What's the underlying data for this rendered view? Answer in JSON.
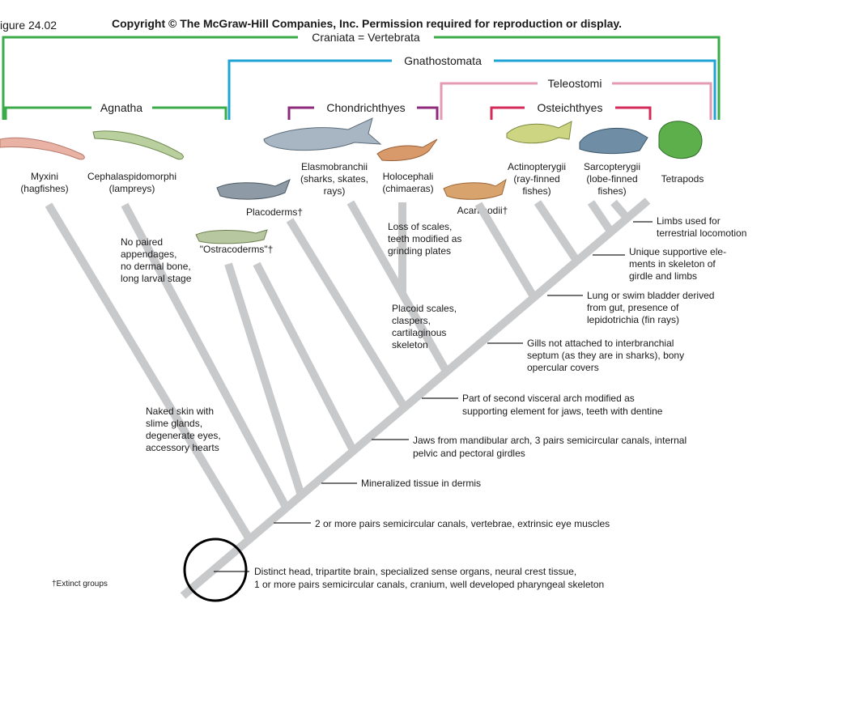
{
  "figure_label": "igure 24.02",
  "copyright": "Copyright © The McGraw-Hill Companies, Inc. Permission required for reproduction or display.",
  "extinct_note": "†Extinct groups",
  "colors": {
    "craniata": "#3aab48",
    "gnathostomata": "#1ea3d4",
    "teleostomi": "#e59ab3",
    "chondrichthyes": "#8d2a7a",
    "osteichthyes": "#d42a5a",
    "branch": "#c8c9cb",
    "leader": "#222222",
    "circle": "#000000"
  },
  "brackets": {
    "craniata": "Craniata = Vertebrata",
    "gnathostomata": "Gnathostomata",
    "teleostomi": "Teleostomi",
    "agnatha": "Agnatha",
    "chondrichthyes": "Chondrichthyes",
    "osteichthyes": "Osteichthyes"
  },
  "taxa": {
    "myxini": [
      "Myxini",
      "(hagfishes)"
    ],
    "cephalaspidomorphi": [
      "Cephalaspidomorphi",
      "(lampreys)"
    ],
    "placoderms": "Placoderms†",
    "ostracoderms": "\"Ostracoderms\"†",
    "elasmobranchii": [
      "Elasmobranchii",
      "(sharks, skates,",
      "rays)"
    ],
    "holocephali": [
      "Holocephali",
      "(chimaeras)"
    ],
    "acanthodii": "Acanthodii†",
    "actinopterygii": [
      "Actinopterygii",
      "(ray-finned",
      "fishes)"
    ],
    "sarcopterygii": [
      "Sarcopterygii",
      "(lobe-finned",
      "fishes)"
    ],
    "tetrapods": "Tetrapods"
  },
  "notes": {
    "lampreys": [
      "No paired",
      "appendages,",
      "no dermal bone,",
      "long larval stage"
    ],
    "hagfish": [
      "Naked skin with",
      "slime glands,",
      "degenerate eyes,",
      "accessory hearts"
    ],
    "chimaera": [
      "Loss of scales,",
      "teeth modified as",
      "grinding plates"
    ],
    "chondrichthyes": [
      "Placoid scales,",
      "claspers,",
      "cartilaginous",
      "skeleton"
    ]
  },
  "characters": {
    "limbs": [
      "Limbs used for",
      "terrestrial locomotion"
    ],
    "supportive": [
      "Unique supportive ele-",
      "ments in skeleton of",
      "girdle and limbs"
    ],
    "lung": [
      "Lung or swim bladder derived",
      "from gut, presence of",
      "lepidotrichia (fin rays)"
    ],
    "gills": [
      "Gills not attached to interbranchial",
      "septum (as they are in sharks), bony",
      "opercular covers"
    ],
    "visceral": [
      "Part of second visceral arch modified as",
      "supporting element for jaws, teeth with dentine"
    ],
    "jaws": [
      "Jaws from mandibular arch, 3 pairs semicircular canals, internal",
      "pelvic and pectoral girdles"
    ],
    "mineralized": [
      "Mineralized tissue in dermis"
    ],
    "canals": [
      "2 or more pairs semicircular canals, vertebrae, extrinsic eye muscles"
    ],
    "head": [
      "Distinct head, tripartite brain, specialized sense organs, neural crest tissue,",
      "1 or more pairs semicircular canals, cranium, well developed pharyngeal skeleton"
    ]
  }
}
